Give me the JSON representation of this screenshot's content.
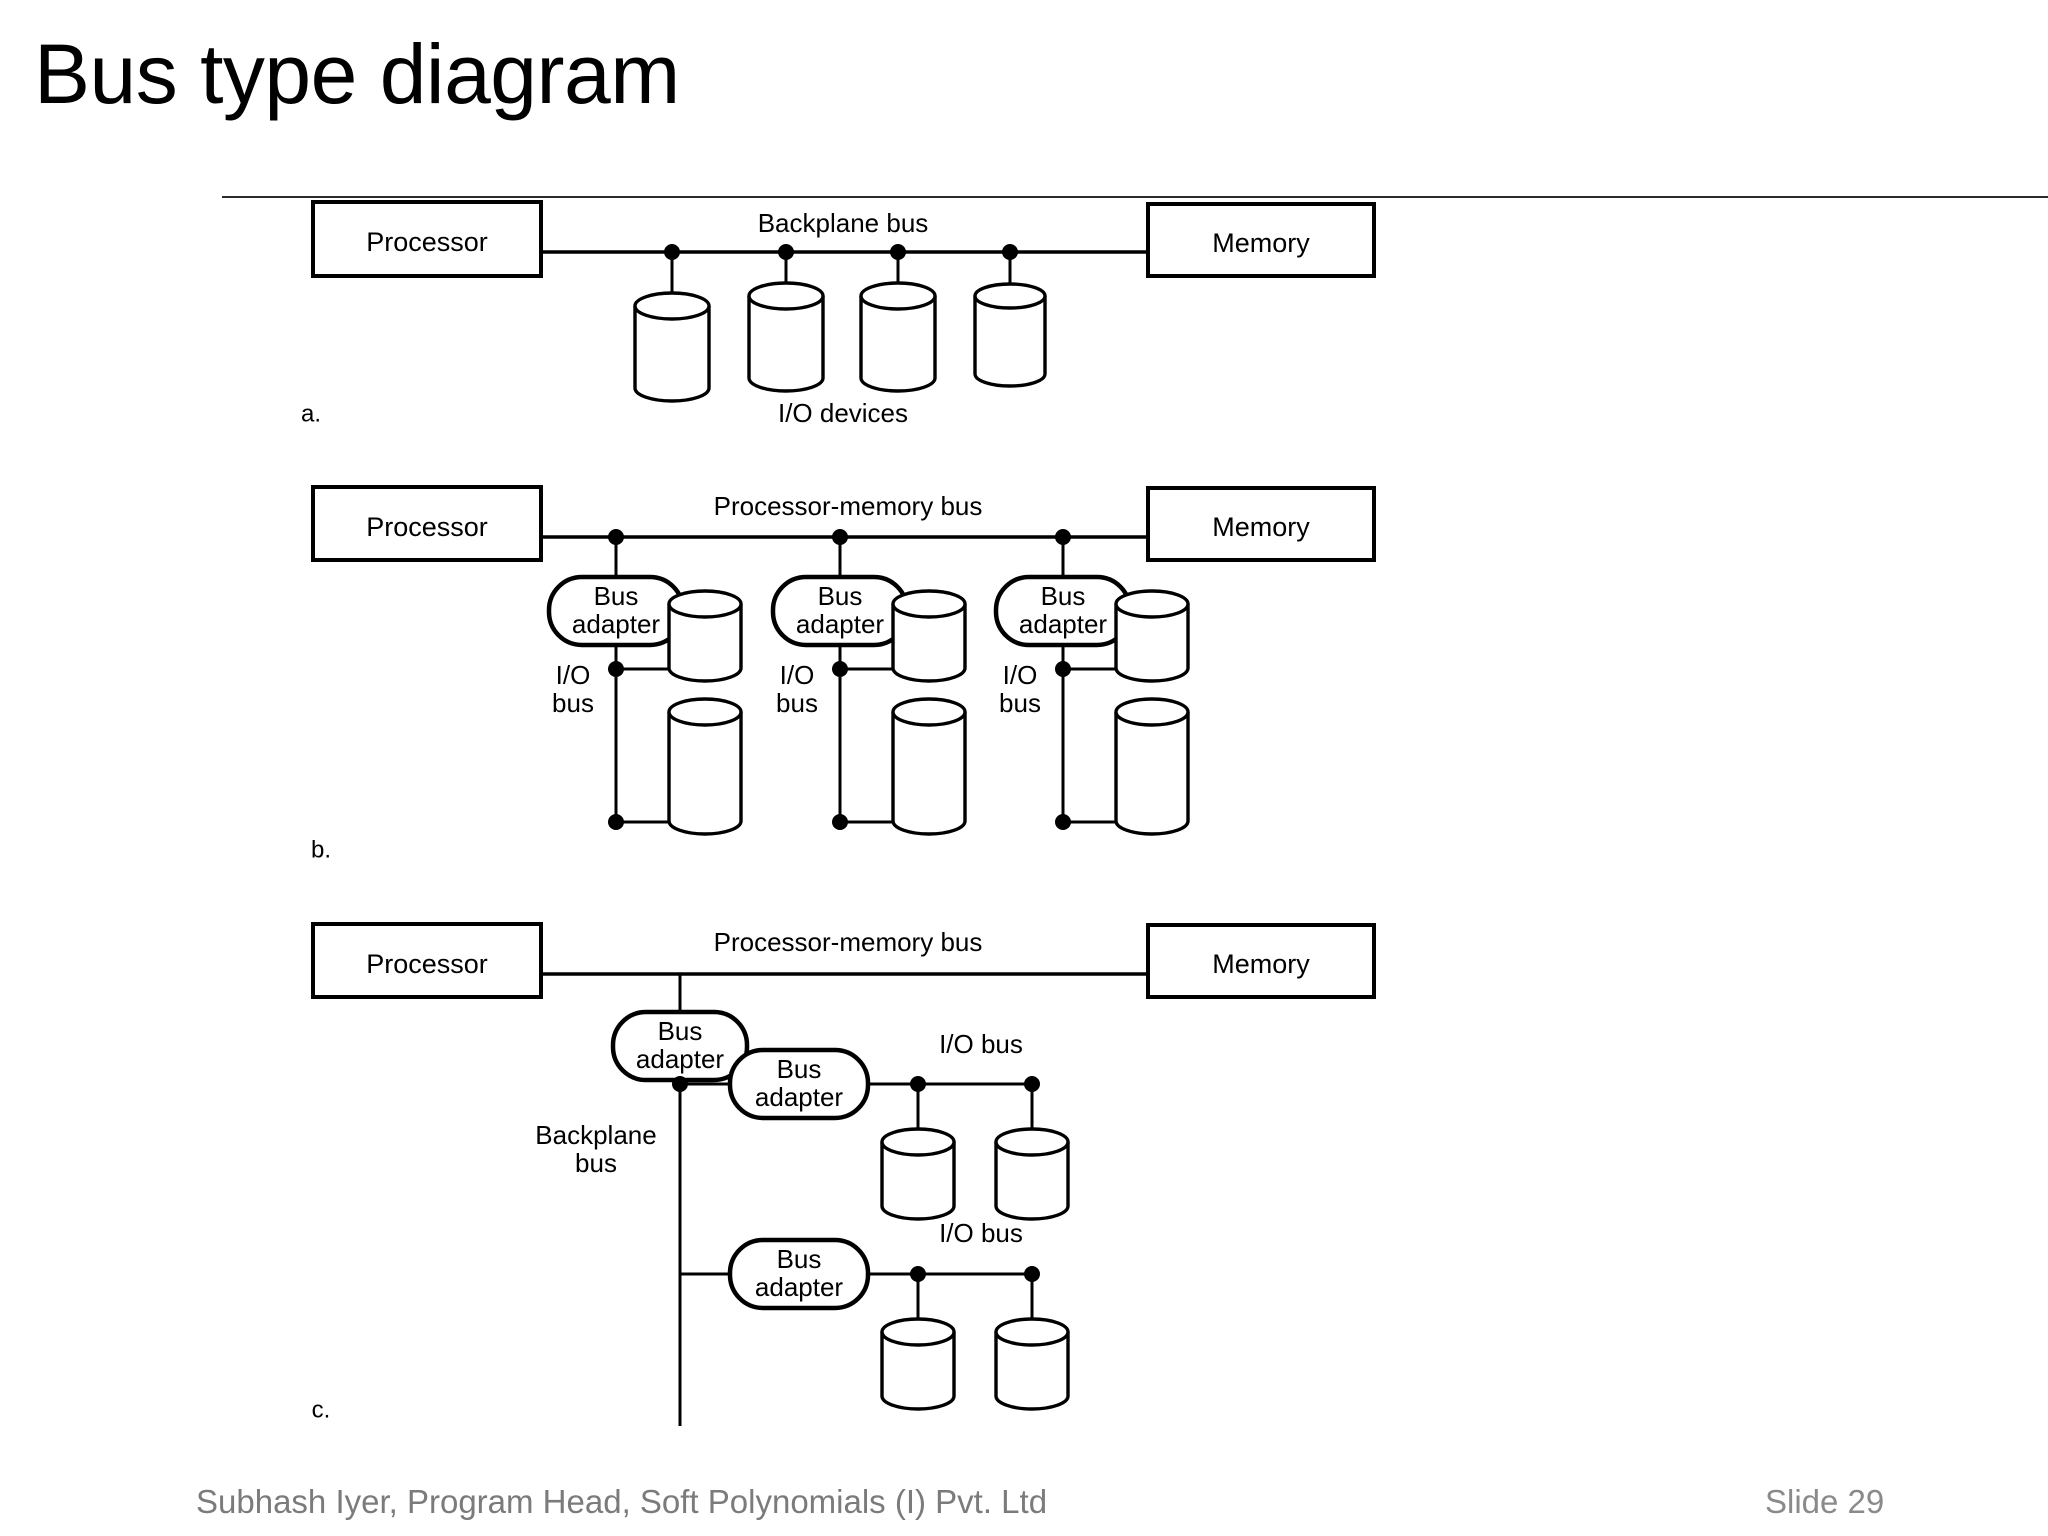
{
  "slide": {
    "title": "Bus type diagram",
    "number_label": "Slide 29",
    "footer": "Subhash Iyer, Program Head, Soft Polynomials (I) Pvt. Ltd",
    "background_color": "#ffffff",
    "title_color": "#000000",
    "footer_color": "#7b7b7b",
    "line_color": "#000000"
  },
  "diagram": {
    "part_a": {
      "label": "a.",
      "processor": "Processor",
      "memory": "Memory",
      "bus_label": "Backplane bus",
      "devices_label": "I/O devices",
      "device_count": 4
    },
    "part_b": {
      "label": "b.",
      "processor": "Processor",
      "memory": "Memory",
      "bus_label": "Processor-memory bus",
      "adapters": [
        {
          "line1": "Bus",
          "line2": "adapter"
        },
        {
          "line1": "Bus",
          "line2": "adapter"
        },
        {
          "line1": "Bus",
          "line2": "adapter"
        }
      ],
      "io_bus_labels": [
        {
          "line1": "I/O",
          "line2": "bus"
        },
        {
          "line1": "I/O",
          "line2": "bus"
        },
        {
          "line1": "I/O",
          "line2": "bus"
        }
      ],
      "devices_per_bus": 2
    },
    "part_c": {
      "label": "c.",
      "processor": "Processor",
      "memory": "Memory",
      "bus_label": "Processor-memory bus",
      "backplane_label": {
        "line1": "Backplane",
        "line2": "bus"
      },
      "top_adapter": {
        "line1": "Bus",
        "line2": "adapter"
      },
      "branches": [
        {
          "adapter": {
            "line1": "Bus",
            "line2": "adapter"
          },
          "io_bus_label": "I/O bus",
          "device_count": 2
        },
        {
          "adapter": {
            "line1": "Bus",
            "line2": "adapter"
          },
          "io_bus_label": "I/O bus",
          "device_count": 2
        }
      ]
    }
  }
}
